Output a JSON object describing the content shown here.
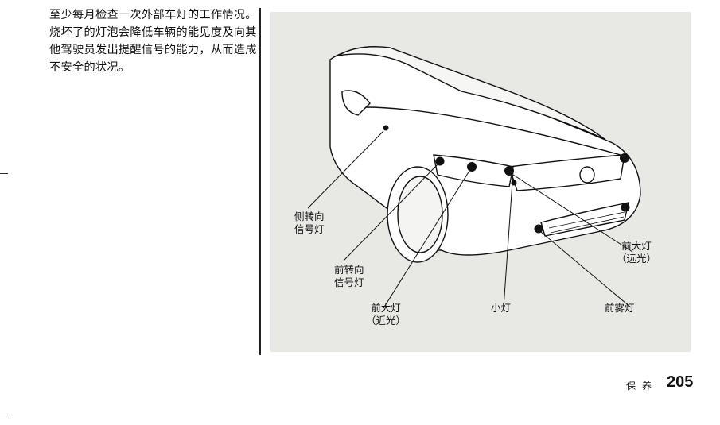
{
  "intro_text": "至少每月检查一次外部车灯的工作情况。烧坏了的灯泡会降低车辆的能见度及向其他驾驶员发出提醒信号的能力，从而造成不安全的状况。",
  "figure": {
    "labels": {
      "side_turn": [
        "侧转向",
        "信号灯"
      ],
      "front_turn": [
        "前转向",
        "信号灯"
      ],
      "low_beam": [
        "前大灯",
        "（近光）"
      ],
      "parking": "小灯",
      "fog": "前雾灯",
      "high_beam": [
        "前大灯",
        "（远光）"
      ]
    }
  },
  "footer": {
    "section": "保养",
    "page_number": "205"
  }
}
